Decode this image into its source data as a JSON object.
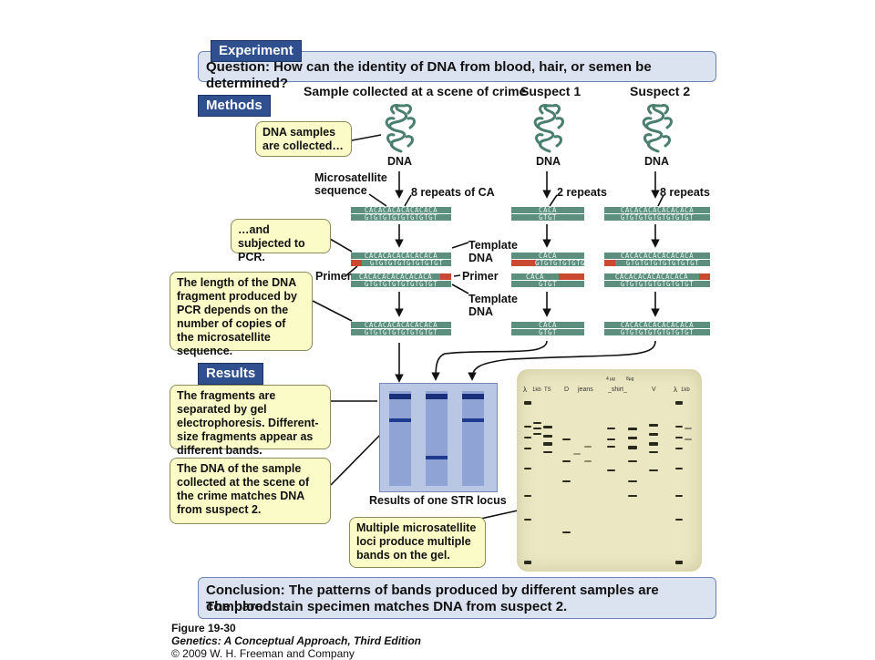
{
  "experiment": {
    "tag": "Experiment",
    "question_label": "Question:",
    "question_text": "How can the identity of DNA from blood, hair, or semen be determined?"
  },
  "methods": {
    "tag": "Methods",
    "columns": [
      "Sample collected at a scene of crime",
      "Suspect 1",
      "Suspect 2"
    ],
    "dna_label": "DNA",
    "microsatellite_label": [
      "Microsatellite",
      "sequence"
    ],
    "repeats": [
      "8 repeats of CA",
      "2 repeats",
      "8 repeats"
    ],
    "seq_ca8": "CACACACACACACACA",
    "seq_gt8": "GTGTGTGTGTGTGTGT",
    "seq_ca2": "CACA",
    "seq_gt2": "GTGT",
    "template_dna": [
      "Template",
      "DNA"
    ],
    "primer": "Primer",
    "callouts": {
      "collected": "DNA samples are collected…",
      "pcr": "…and subjected to PCR.",
      "length": "The length of the DNA fragment produced by PCR depends on the number of copies of the microsatellite sequence."
    }
  },
  "results": {
    "tag": "Results",
    "callouts": {
      "separated": "The fragments are separated by gel electrophoresis. Different-size fragments appear as different bands.",
      "match": "The DNA of the sample collected at the scene of the crime matches DNA from suspect 2.",
      "multiple": "Multiple microsatellite loci produce multiple bands on the gel."
    },
    "gel_caption": "Results of one STR locus",
    "photo_labels": {
      "lambda_left": "λ",
      "kb_left": "1kb",
      "ts": "TS",
      "d": "D",
      "jeans": "jeans",
      "shirt": "_shirt_",
      "ug4": "4 µg",
      "ug8": "8µg",
      "v": "V",
      "lambda_right": "λ",
      "kb_right": "1kb"
    }
  },
  "conclusion": {
    "label": "Conclusion:",
    "line1": "The patterns of bands produced by different samples are compared.",
    "line2": "The bloodstain specimen matches DNA from suspect 2."
  },
  "footer": {
    "figure": "Figure 19-30",
    "book": "Genetics: A Conceptual Approach, Third Edition",
    "copyright": "© 2009 W. H. Freeman and Company"
  },
  "colors": {
    "panel": "#dbe3f1",
    "tag": "#2f4f8f",
    "callout": "#fbfbc8",
    "dna_bar": "#5c8f7e",
    "primer": "#c94a30",
    "gel_band": "#1f3b8f"
  }
}
